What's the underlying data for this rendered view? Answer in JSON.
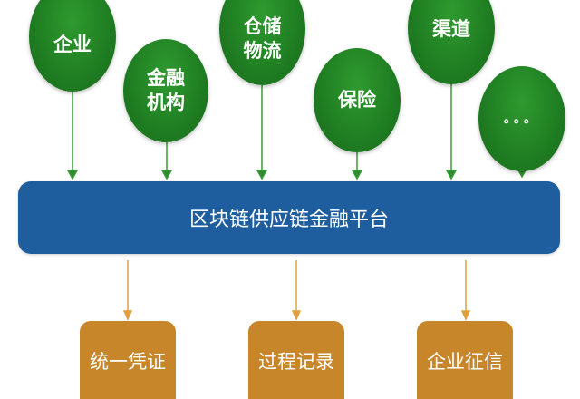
{
  "participants": [
    {
      "label": "企业"
    },
    {
      "label": "金融\n机构"
    },
    {
      "label": "仓储\n物流"
    },
    {
      "label": "保险"
    },
    {
      "label": "渠道"
    },
    {
      "label": "。。。"
    }
  ],
  "platform": {
    "label": "区块链供应链金融平台"
  },
  "outputs": [
    {
      "label": "统一凭证"
    },
    {
      "label": "过程记录"
    },
    {
      "label": "企业征信"
    }
  ],
  "colors": {
    "green": "#1f7d22",
    "blue": "#1f5e9e",
    "orange": "#c8862a",
    "green_arrow": "#3a9a3a",
    "orange_arrow": "#e0a040"
  }
}
